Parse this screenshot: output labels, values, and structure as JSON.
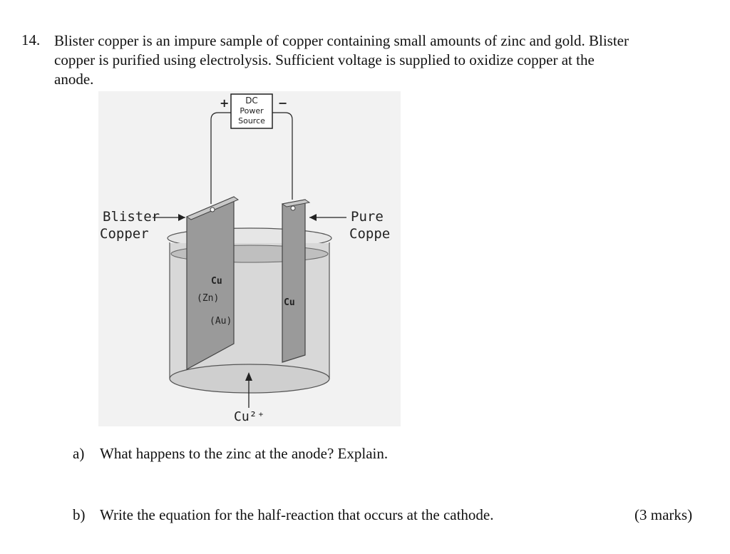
{
  "question": {
    "number": "14.",
    "lines": [
      "Blister copper is an impure sample of copper containing small amounts of zinc and  gold. Blister",
      "copper is purified using electrolysis.  Sufficient voltage is supplied to oxidize copper at the",
      "anode."
    ]
  },
  "diagram": {
    "power_source": [
      "DC",
      "Power",
      "Source"
    ],
    "positive_sign": "+",
    "negative_sign": "−",
    "anode_label": [
      "Blister",
      "Copper"
    ],
    "cathode_label": [
      "Pure",
      "Coppe"
    ],
    "anode_contents": [
      "Cu",
      "(Zn)",
      "(Au)"
    ],
    "cathode_contents": "Cu",
    "solution_label": "Cu²⁺"
  },
  "parts": [
    {
      "label": "a)",
      "text": "What happens to the zinc at the anode? Explain."
    },
    {
      "label": "b)",
      "text": "Write the equation for the half-reaction that occurs at the cathode."
    }
  ],
  "marks": "(3 marks)"
}
